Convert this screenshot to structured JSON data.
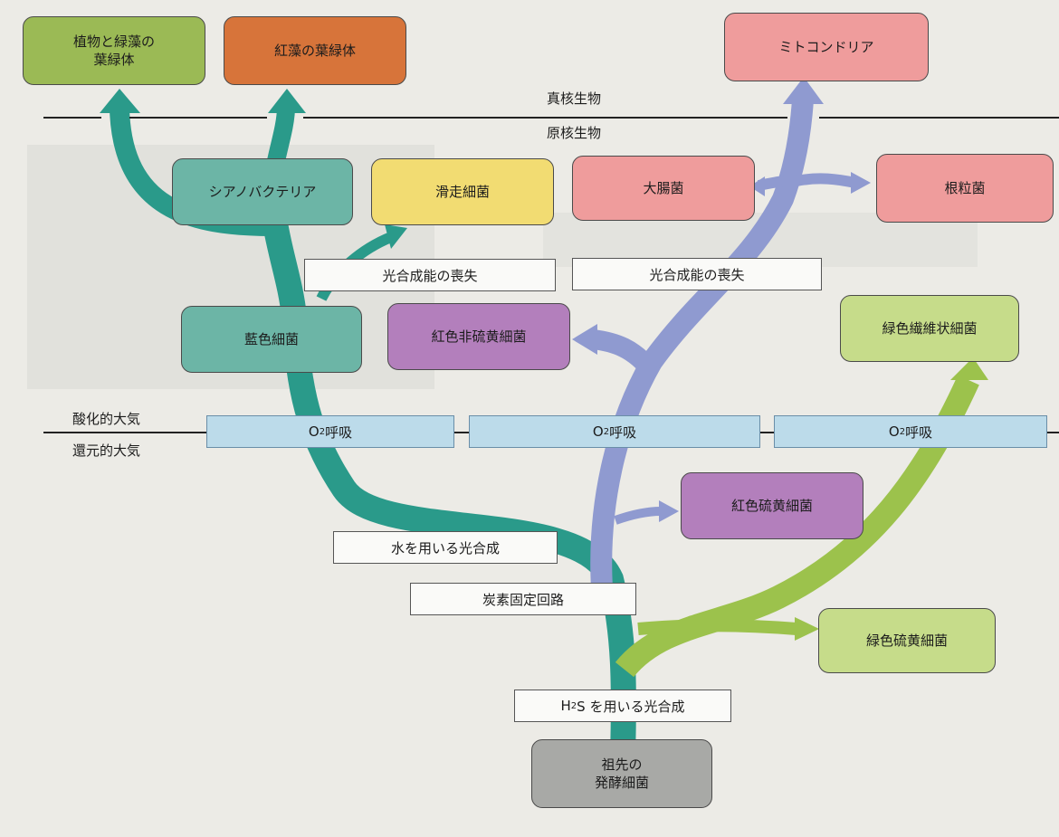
{
  "domains": {
    "eukaryote": "真核生物",
    "prokaryote": "原核生物"
  },
  "atmosphere": {
    "oxidizing": "酸化的大気",
    "reducing": "還元的大気"
  },
  "o2_respiration": {
    "prefix": "O",
    "subscript": "2",
    "suffix": " 呼吸"
  },
  "nodes": {
    "plant_chloroplast": "植物と緑藻の\n葉緑体",
    "red_algae_chloroplast": "紅藻の葉緑体",
    "mitochondria": "ミトコンドリア",
    "cyanobacteria": "シアノバクテリア",
    "gliding_bacteria": "滑走細菌",
    "e_coli": "大腸菌",
    "rhizobium": "根粒菌",
    "blue_green_bacteria": "藍色細菌",
    "purple_nonsulfur": "紅色非硫黄細菌",
    "green_filamentous": "緑色繊維状細菌",
    "purple_sulfur": "紅色硫黄細菌",
    "green_sulfur": "緑色硫黄細菌",
    "ancestor": "祖先の\n発酵細菌"
  },
  "labels": {
    "loss_photosynthesis_1": "光合成能の喪失",
    "loss_photosynthesis_2": "光合成能の喪失",
    "water_photosynthesis": "水を用いる光合成",
    "carbon_fixation": "炭素固定回路",
    "h2s_prefix": "H",
    "h2s_sub": "2",
    "h2s_suffix": "S を用いる光合成"
  },
  "colors": {
    "teal_branch": "#2a9a8a",
    "purple_branch": "#8f9ad0",
    "green_branch": "#9cc24c",
    "olive_node": "#9bba55",
    "orange_node": "#d7743a",
    "pink_node": "#ef9c9c",
    "teal_node": "#6cb5a6",
    "yellow_node": "#f2dc72",
    "purple_node": "#b37fbc",
    "lightgreen_node": "#c6dc8a",
    "gray_node": "#a8a9a6",
    "o2_bar": "#bcdbea"
  }
}
